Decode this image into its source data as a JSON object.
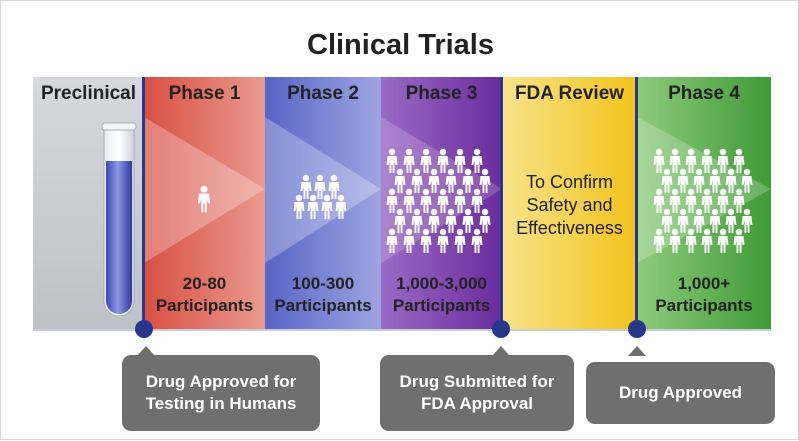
{
  "title": "Clinical Trials",
  "columns": [
    {
      "id": "preclinical",
      "label": "Preclinical",
      "footer": ""
    },
    {
      "id": "phase1",
      "label": "Phase 1",
      "footer": "20-80 Participants"
    },
    {
      "id": "phase2",
      "label": "Phase 2",
      "footer": "100-300 Participants"
    },
    {
      "id": "phase3",
      "label": "Phase 3",
      "footer": "1,000-3,000 Participants"
    },
    {
      "id": "fda",
      "label": "FDA Review",
      "footer": ""
    },
    {
      "id": "phase4",
      "label": "Phase 4",
      "footer": "1,000+ Participants"
    }
  ],
  "fda_review_text": "To Confirm Safety and Effectiveness",
  "milestones": [
    {
      "label": "Drug Approved for Testing in Humans"
    },
    {
      "label": "Drug Submitted for FDA Approval"
    },
    {
      "label": "Drug Approved"
    }
  ],
  "colors": {
    "preclinical": "#c9cbd3",
    "phase1": "#d5554a",
    "phase2": "#5b67c4",
    "phase3": "#7a3aa8",
    "fda": "#f2c61f",
    "phase4": "#4fa142",
    "timeline": "#27378a",
    "callout": "#6f6f6f"
  },
  "icons": [
    "test-tube-icon",
    "person-icon"
  ]
}
